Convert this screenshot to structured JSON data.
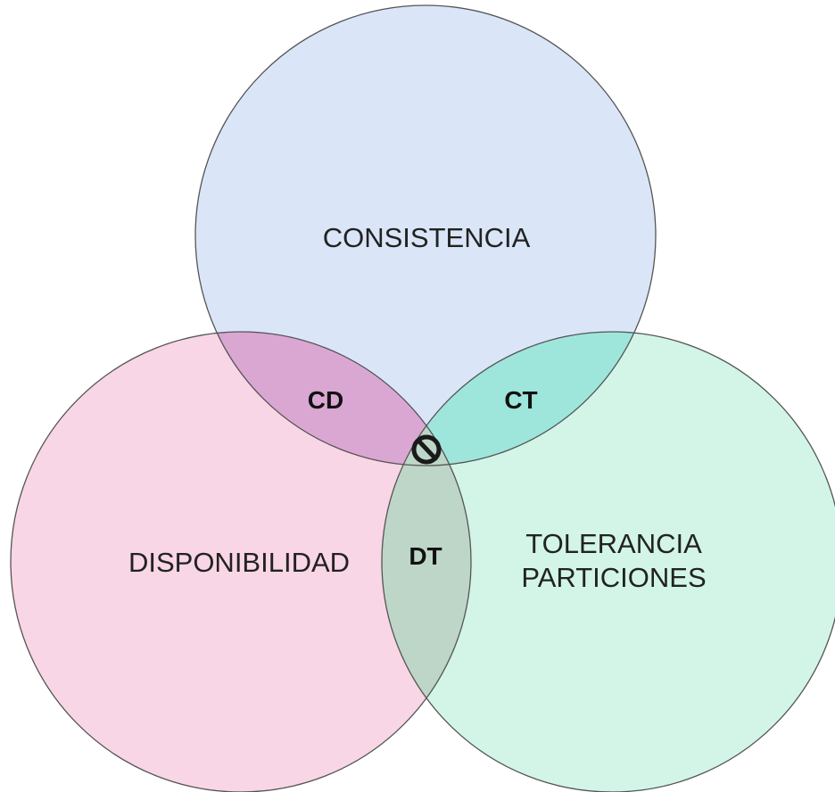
{
  "diagram": {
    "type": "venn",
    "sets": {
      "consistencia": {
        "label": "CONSISTENCIA",
        "color": "#dae6f8"
      },
      "disponibilidad": {
        "label": "DISPONIBILIDAD",
        "color": "#f9d6e5"
      },
      "tolerancia": {
        "label_lines": [
          "TOLERANCIA",
          "PARTICIONES"
        ],
        "color": "#d2f5e8"
      }
    },
    "intersections": {
      "cd": {
        "label": "CD",
        "color": "#daa7d3"
      },
      "ct": {
        "label": "CT",
        "color": "#9ee6dc"
      },
      "dt": {
        "label": "DT",
        "color": "#bed6c8"
      },
      "cdt": {
        "icon": "prohibited-icon",
        "color": "#1a1a1a"
      }
    },
    "outline_color": "#555555"
  }
}
